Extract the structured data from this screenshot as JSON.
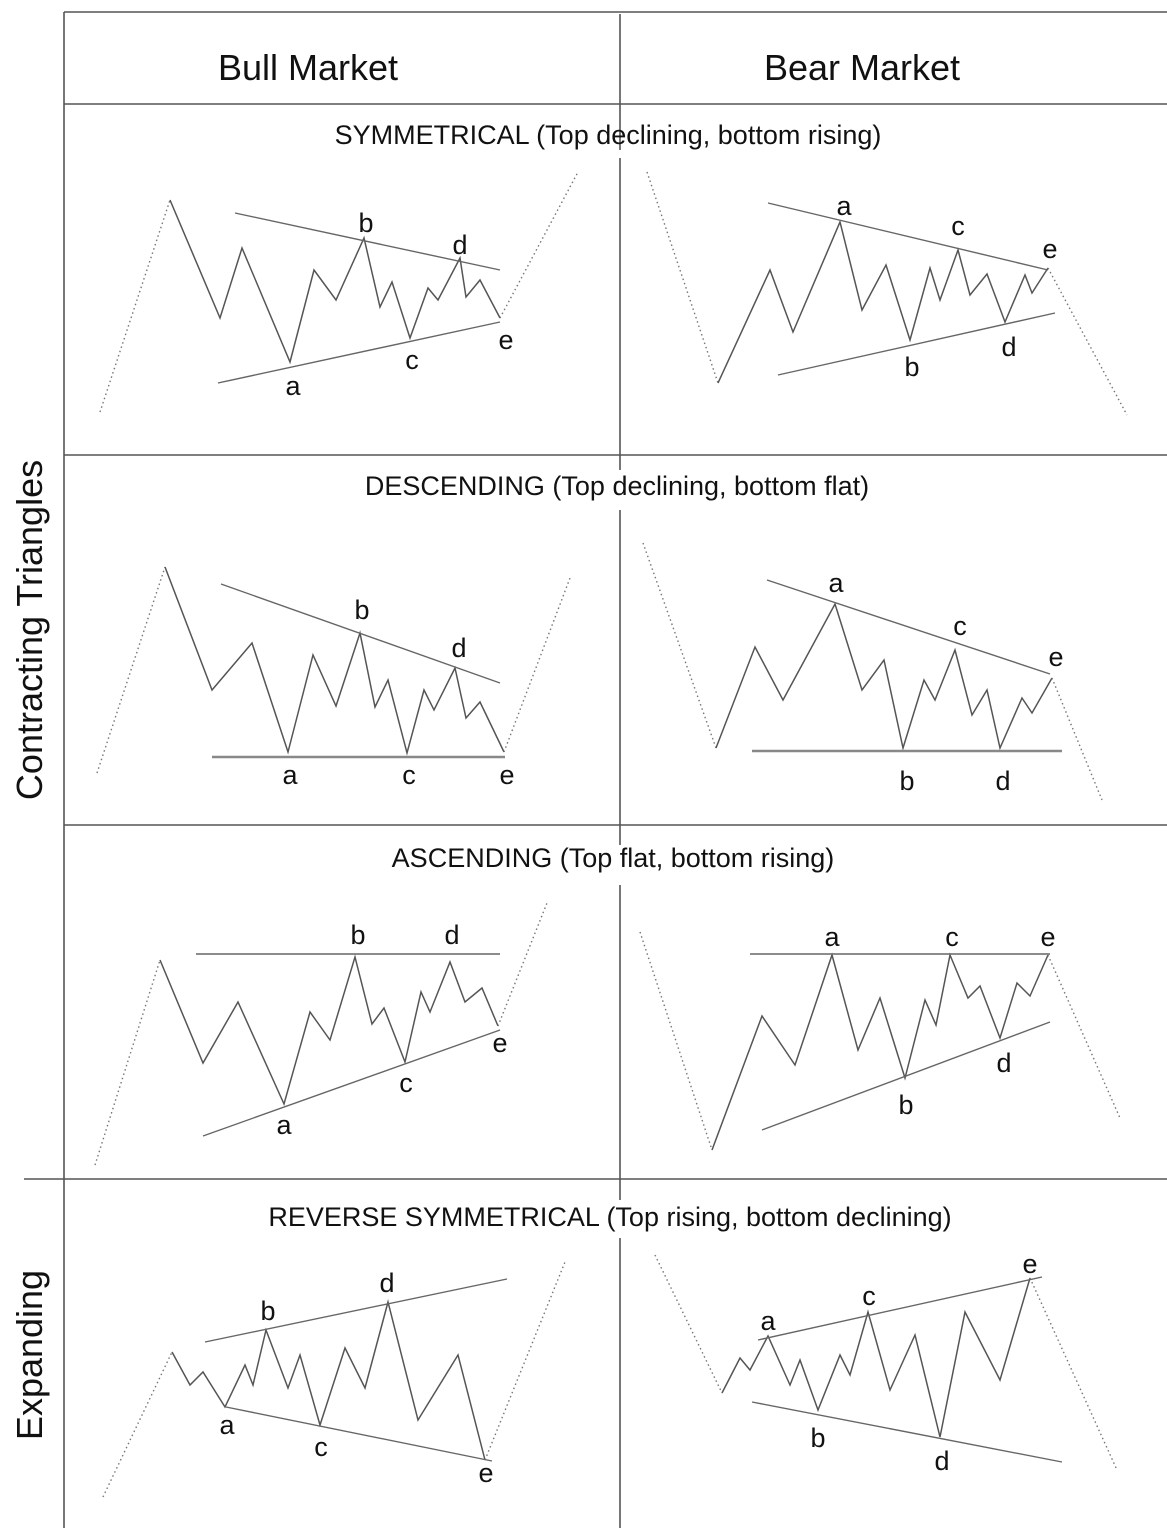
{
  "header": {
    "bull": "Bull Market",
    "bear": "Bear Market"
  },
  "side_labels": {
    "contracting": "Contracting Triangles",
    "expanding": "Expanding"
  },
  "sections": [
    {
      "title": "SYMMETRICAL (Top declining, bottom rising)"
    },
    {
      "title": "DESCENDING (Top declining, bottom flat)"
    },
    {
      "title": "ASCENDING (Top flat, bottom rising)"
    },
    {
      "title": "REVERSE SYMMETRICAL  (Top rising, bottom declining)"
    }
  ],
  "point_labels": [
    "a",
    "b",
    "c",
    "d",
    "e"
  ],
  "colors": {
    "line": "#555555",
    "text": "#111111",
    "background": "#ffffff"
  }
}
